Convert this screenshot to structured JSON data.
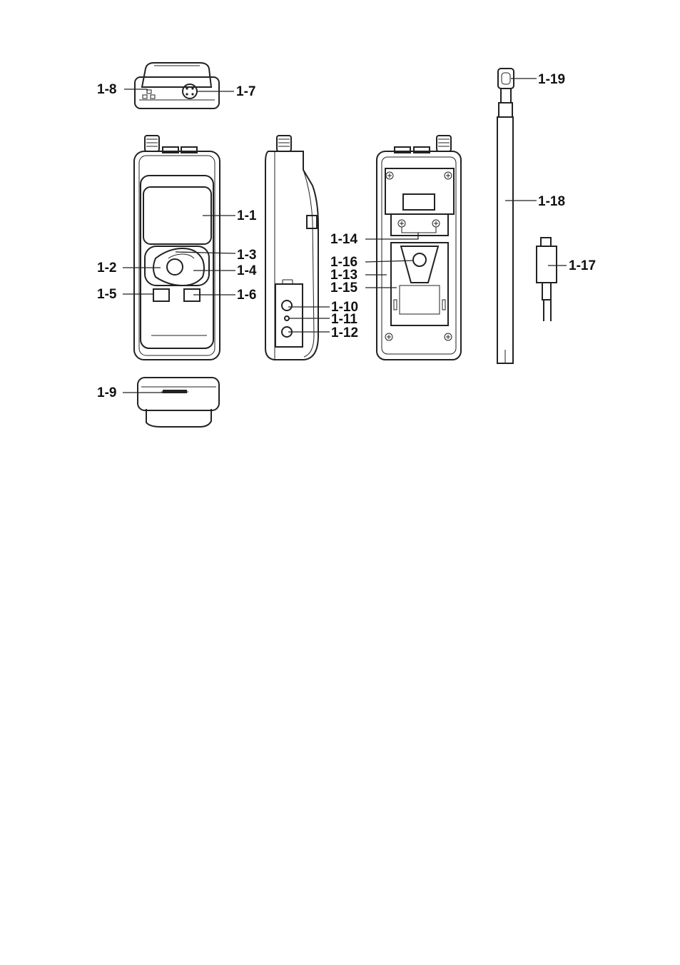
{
  "labels": {
    "l1_1": "1-1",
    "l1_2": "1-2",
    "l1_3": "1-3",
    "l1_4": "1-4",
    "l1_5": "1-5",
    "l1_6": "1-6",
    "l1_7": "1-7",
    "l1_8": "1-8",
    "l1_9": "1-9",
    "l1_10": "1-10",
    "l1_11": "1-11",
    "l1_12": "1-12",
    "l1_13": "1-13",
    "l1_14": "1-14",
    "l1_15": "1-15",
    "l1_16": "1-16",
    "l1_17": "1-17",
    "l1_18": "1-18",
    "l1_19": "1-19"
  }
}
